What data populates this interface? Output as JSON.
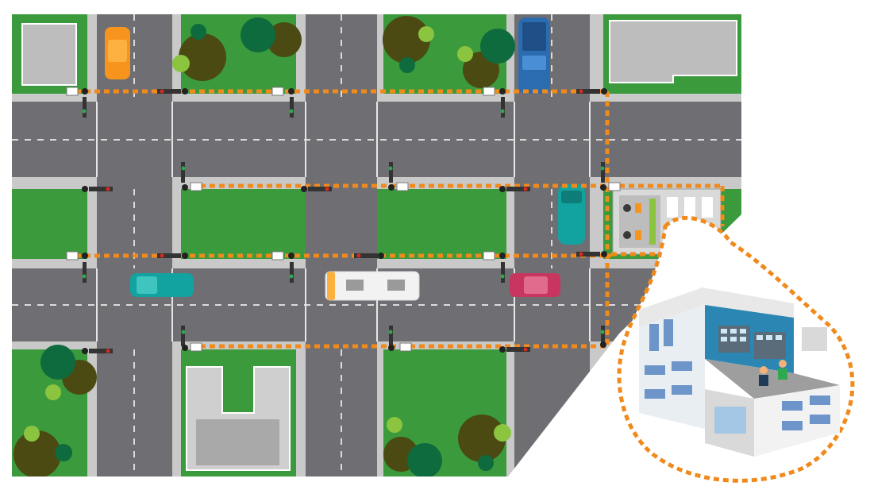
{
  "diagram": {
    "description_visible_text": [],
    "colors": {
      "road": "#6f6e72",
      "sidewalk": "#c9c9c9",
      "lane_marking": "#ffffff",
      "grass": "#3a9a3c",
      "tree_dark": "#4b4a12",
      "tree_green": "#0d6b3e",
      "tree_lime": "#8bc540",
      "building_gray": "#bdbdbd",
      "network_link": "#f08a1c",
      "signal_red": "#d62a1f",
      "signal_green": "#2fa84f",
      "control_center_wall": "#2b86b3",
      "control_center_floor": "#9e9e9e"
    },
    "vehicles": [
      {
        "name": "orange-car",
        "color": "#f7941d"
      },
      {
        "name": "blue-pickup",
        "color": "#2b6cb0"
      },
      {
        "name": "teal-bus-vertical",
        "color": "#12a3a0"
      },
      {
        "name": "teal-car",
        "color": "#12a3a0"
      },
      {
        "name": "white-bus",
        "color": "#f2f2f2"
      },
      {
        "name": "magenta-car",
        "color": "#c8365f"
      }
    ],
    "icons": [
      "traffic-signal-icon",
      "controller-cabinet-icon",
      "control-center-icon",
      "operator-icon"
    ]
  }
}
